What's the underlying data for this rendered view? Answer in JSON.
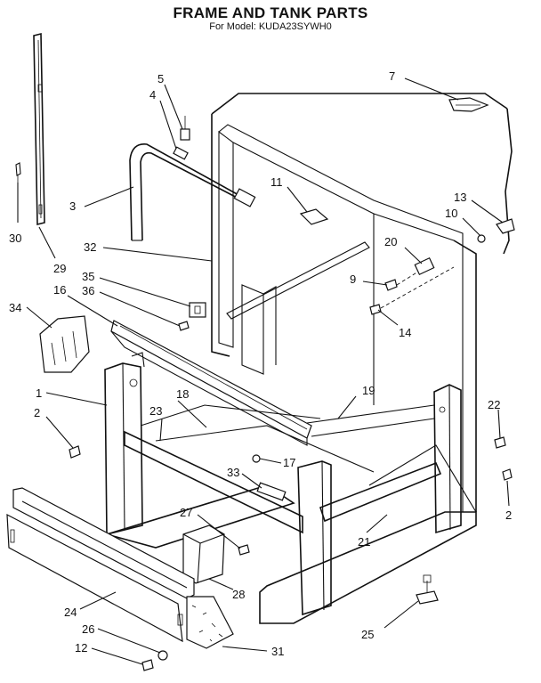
{
  "header": {
    "title": "FRAME AND TANK PARTS",
    "subtitle": "For Model: KUDA23SYWH0"
  },
  "callouts": [
    "1",
    "2",
    "3",
    "4",
    "5",
    "7",
    "9",
    "10",
    "11",
    "12",
    "13",
    "14",
    "16",
    "17",
    "18",
    "19",
    "20",
    "21",
    "22",
    "23",
    "24",
    "25",
    "26",
    "27",
    "28",
    "29",
    "30",
    "31",
    "32",
    "33",
    "34",
    "35",
    "36",
    "2"
  ]
}
